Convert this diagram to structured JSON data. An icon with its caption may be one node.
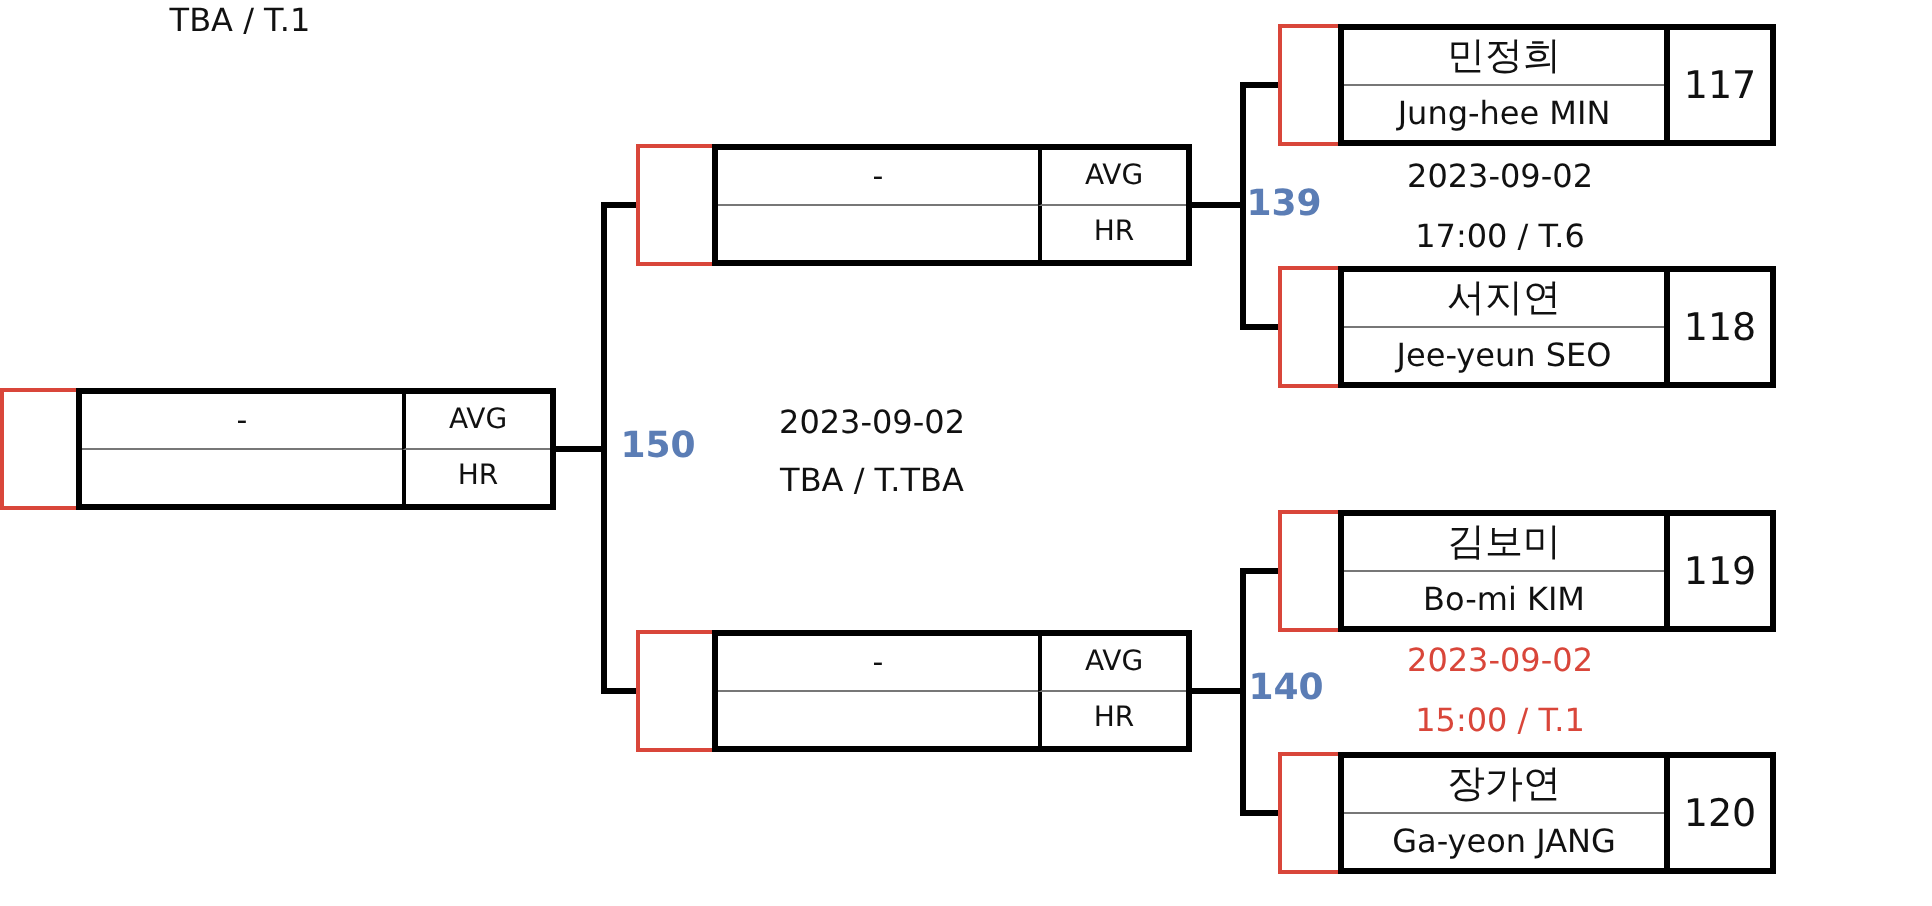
{
  "diagram": {
    "nodes": [
      {
        "text": [
          "민정희",
          "Jung-hee MIN",
          "117"
        ]
      },
      {
        "text": [
          "서지연",
          "Jee-yeun SEO",
          "118"
        ]
      },
      {
        "text": [
          "김보미",
          "Bo-mi KIM",
          "119"
        ]
      },
      {
        "text": [
          "장가연",
          "Ga-yeon JANG",
          "120"
        ]
      },
      {
        "text": [
          "-",
          "AVG",
          "HR"
        ]
      },
      {
        "text": [
          "-",
          "AVG",
          "HR"
        ]
      },
      {
        "text": [
          "-",
          "AVG",
          "HR"
        ]
      }
    ],
    "edges": [
      {
        "from": 0,
        "to": 4,
        "arrow": "none"
      },
      {
        "from": 1,
        "to": 4,
        "arrow": "none"
      },
      {
        "from": 2,
        "to": 5,
        "arrow": "none"
      },
      {
        "from": 3,
        "to": 5,
        "arrow": "none"
      },
      {
        "from": 4,
        "to": 6,
        "arrow": "none"
      },
      {
        "from": 5,
        "to": 6,
        "arrow": "none"
      }
    ],
    "labels": [
      "TBA / T.1",
      "139",
      "2023-09-02",
      "17:00 / T.6",
      "150",
      "2023-09-02",
      "TBA / T.TBA",
      "140",
      "2023-09-02",
      "15:00 / T.1"
    ]
  }
}
